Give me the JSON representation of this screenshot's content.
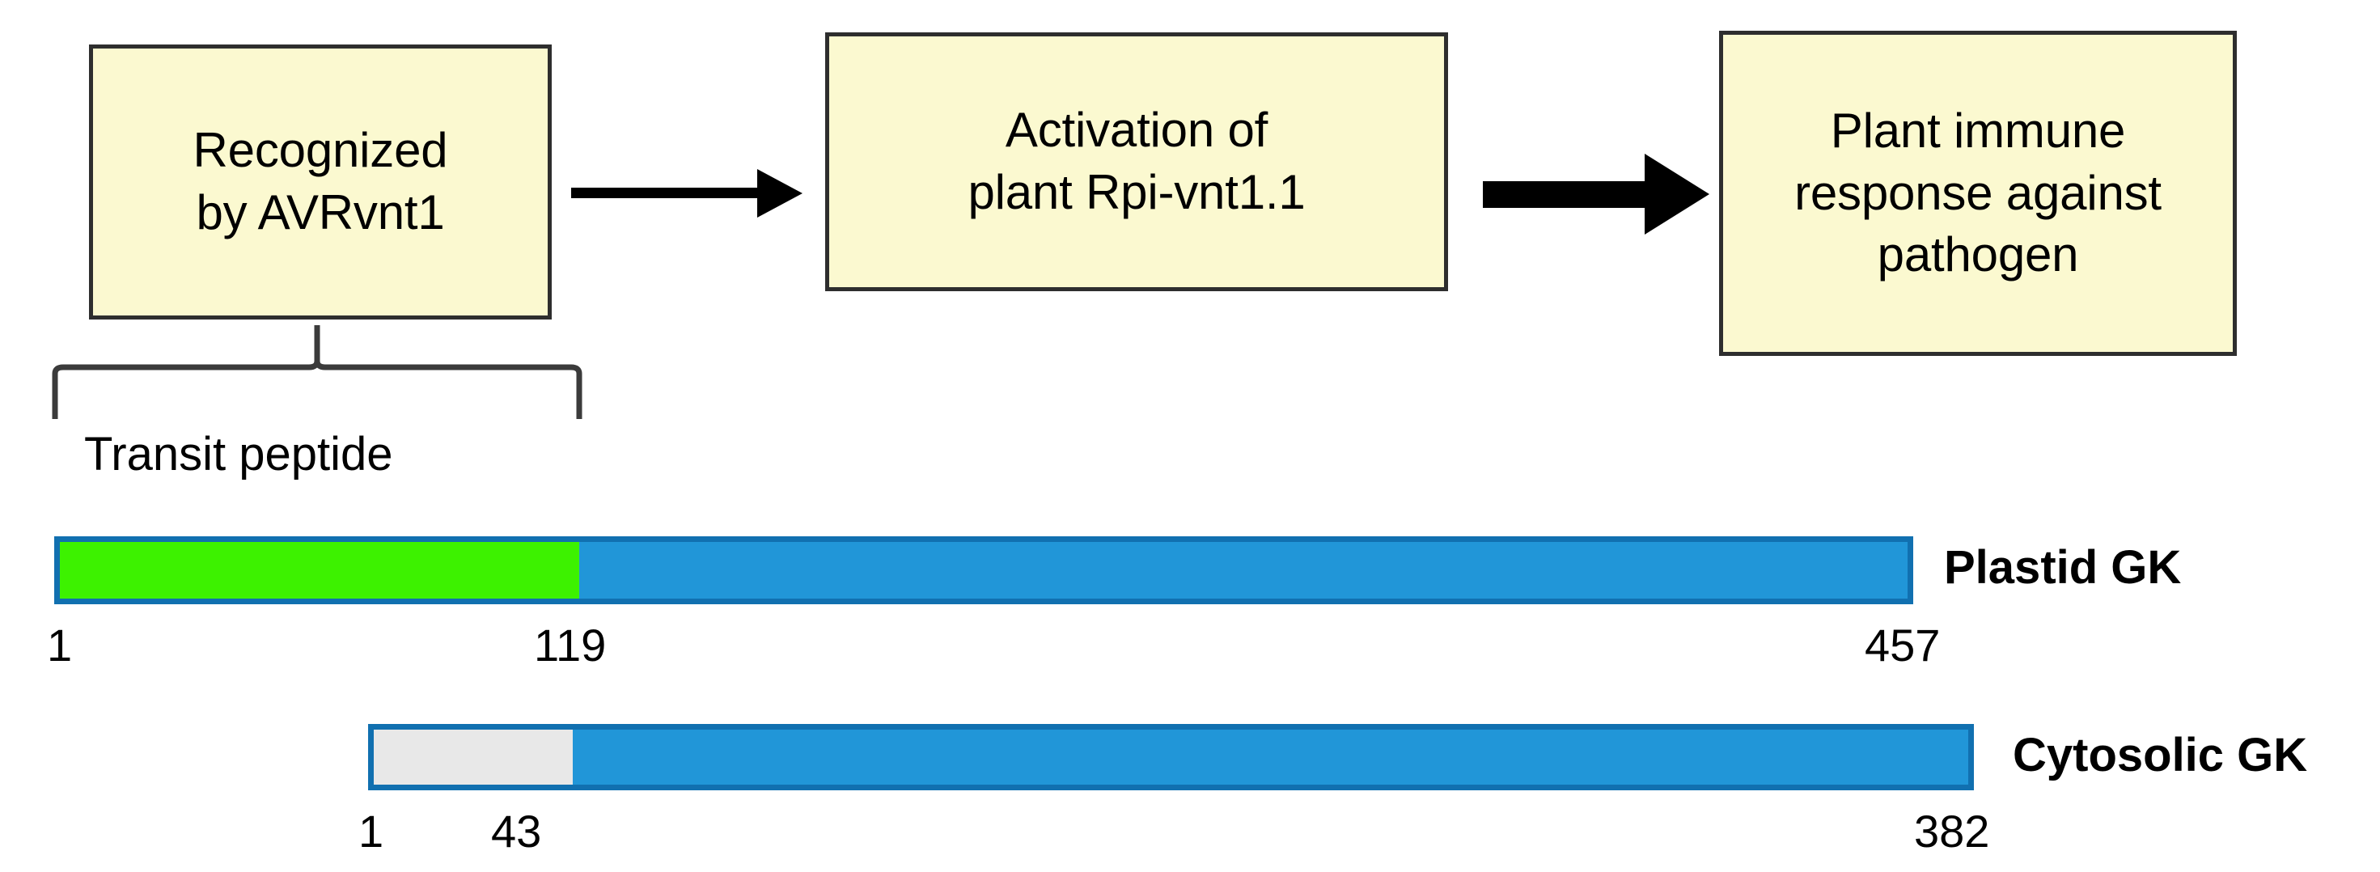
{
  "flow": {
    "boxes": [
      {
        "name": "recognized-by-avrvnt1",
        "lines": [
          "Recognized",
          "by AVRvnt1"
        ]
      },
      {
        "name": "activation-of-plant-rpi-vnt1-1",
        "lines": [
          "Activation of",
          "plant Rpi-vnt1.1"
        ]
      },
      {
        "name": "plant-immune-response-against-pathogen",
        "lines": [
          "Plant immune",
          "response against",
          "pathogen"
        ]
      }
    ],
    "arrows": [
      {
        "name": "arrow-thin",
        "style": "thin",
        "from": "recognized-by-avrvnt1",
        "to": "activation-of-plant-rpi-vnt1-1"
      },
      {
        "name": "arrow-thick",
        "style": "thick",
        "from": "activation-of-plant-rpi-vnt1-1",
        "to": "plant-immune-response-against-pathogen"
      }
    ],
    "box_fill": "#FBF9D0",
    "box_border": "#2E2E2E"
  },
  "annotation": {
    "brace_label": "Transit peptide"
  },
  "chart_data": {
    "type": "bar",
    "title": "",
    "xlabel": "",
    "ylabel": "",
    "tracks": [
      {
        "name": "Plastid GK",
        "label": "Plastid GK",
        "start": "1",
        "domain_boundary": "119",
        "end": "457",
        "segments": [
          {
            "name": "transit-peptide",
            "label": "Transit peptide",
            "from": 1,
            "to": 119,
            "color": "#3DF200"
          },
          {
            "name": "gk-core",
            "label": "",
            "from": 119,
            "to": 457,
            "color": "#2196D8"
          }
        ],
        "border_color": "#1170B0"
      },
      {
        "name": "Cytosolic GK",
        "label": "Cytosolic GK",
        "start": "1",
        "domain_boundary": "43",
        "end": "382",
        "segments": [
          {
            "name": "n-terminal",
            "label": "",
            "from": 1,
            "to": 43,
            "color": "#E8E8E8"
          },
          {
            "name": "gk-core",
            "label": "",
            "from": 43,
            "to": 382,
            "color": "#2196D8"
          }
        ],
        "border_color": "#1170B0"
      }
    ]
  }
}
